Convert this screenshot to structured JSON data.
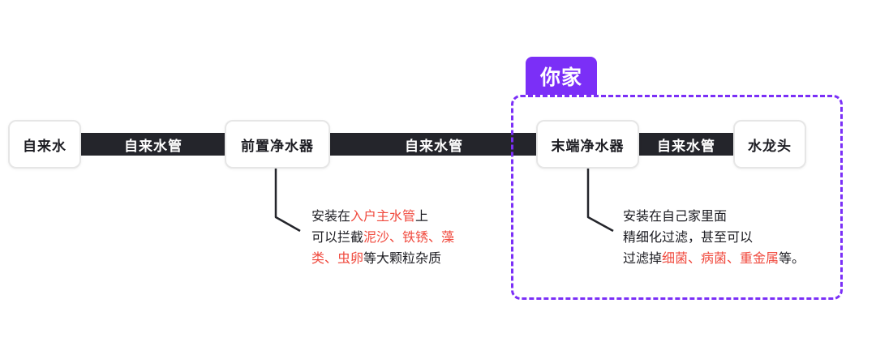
{
  "diagram": {
    "nodes": {
      "source": "自来水",
      "pre_purifier": "前置净水器",
      "end_purifier": "末端净水器",
      "faucet": "水龙头"
    },
    "pipes": {
      "pipe1": "自来水管",
      "pipe2": "自来水管",
      "pipe3": "自来水管"
    },
    "home_label": "你家",
    "pre_note": {
      "l1_a": "安装在",
      "l1_hl": "入户主水管",
      "l1_b": "上",
      "l2_a": "可以拦截",
      "l2_hl": "泥沙、铁锈、藻",
      "l3_hl": "类、虫卵",
      "l3_b": "等大颗粒杂质"
    },
    "end_note": {
      "l1": "安装在自己家里面",
      "l2": "精细化过滤，甚至可以",
      "l3_a": "过滤掉",
      "l3_hl": "细菌、病菌、重金属",
      "l3_b": "等。"
    },
    "colors": {
      "pipe": "#24252b",
      "accent_purple": "#7b2ff7",
      "highlight_red": "#f04a3e",
      "node_border": "#e6e6e6"
    }
  }
}
